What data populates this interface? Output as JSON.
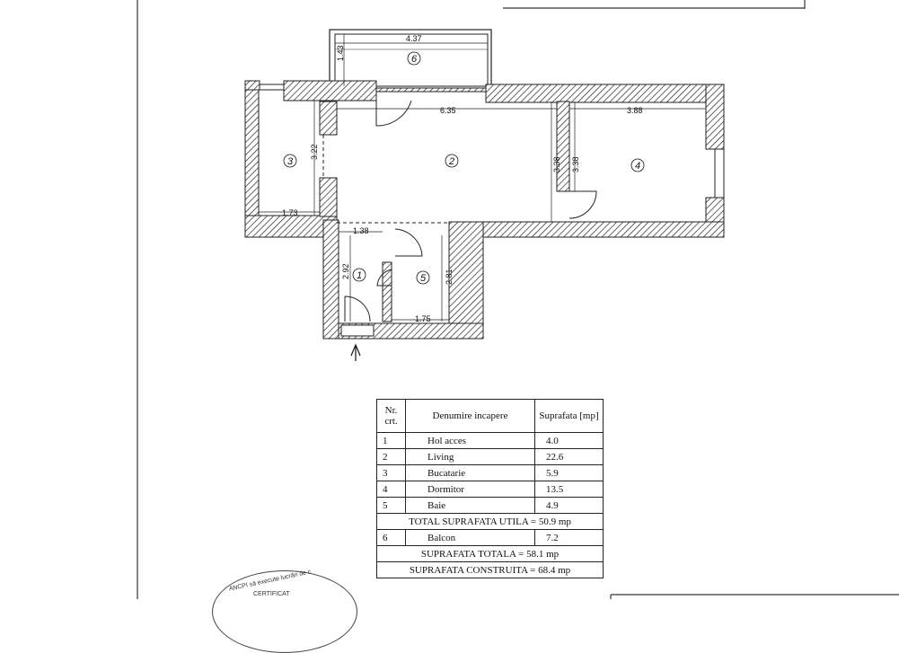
{
  "plan": {
    "rooms": [
      {
        "no": "1"
      },
      {
        "no": "2"
      },
      {
        "no": "3"
      },
      {
        "no": "4"
      },
      {
        "no": "5"
      },
      {
        "no": "6"
      }
    ],
    "dimensions": {
      "balcony_width": "4.37",
      "balcony_depth": "1.43",
      "living_width": "6.35",
      "living_depth": "3.38",
      "bedroom_width": "3.88",
      "bedroom_depth": "3.38",
      "kitchen_depth": "3.22",
      "kitchen_width": "1.73",
      "hall_width": "1.38",
      "hall_depth": "2.92",
      "bath_depth": "2.81",
      "bath_width": "1.75"
    }
  },
  "table": {
    "header": {
      "nr": "Nr. crt.",
      "name": "Denumire incapere",
      "area": "Suprafata [mp]"
    },
    "rows": [
      {
        "nr": "1",
        "name": "Hol acces",
        "area": "4.0"
      },
      {
        "nr": "2",
        "name": "Living",
        "area": "22.6"
      },
      {
        "nr": "3",
        "name": "Bucatarie",
        "area": "5.9"
      },
      {
        "nr": "4",
        "name": "Dormitor",
        "area": "13.5"
      },
      {
        "nr": "5",
        "name": "Baie",
        "area": "4.9"
      }
    ],
    "total_useful": "TOTAL SUPRAFATA UTILA = 50.9 mp",
    "balcony_row": {
      "nr": "6",
      "name": "Balcon",
      "area": "7.2"
    },
    "total_area": "SUPRAFATA TOTALA = 58.1 mp",
    "built_area": "SUPRAFATA CONSTRUITA = 68.4 mp"
  },
  "stamp": {
    "line1": "ANCPI să execute lucrări de c",
    "line2": "CERTIFICAT"
  }
}
